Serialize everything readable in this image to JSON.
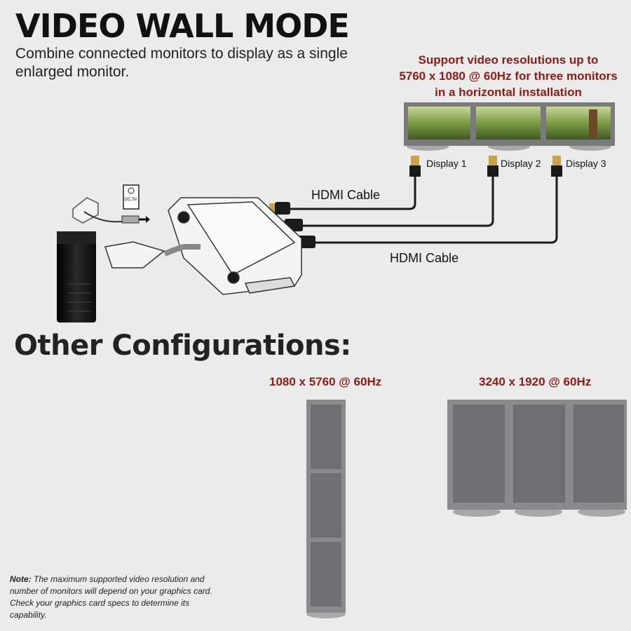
{
  "header": {
    "title": "VIDEO WALL MODE",
    "subtitle": "Combine connected monitors to display as a single enlarged monitor."
  },
  "support": {
    "line1": "Support video resolutions up to",
    "line2": "5760 x 1080 @ 60Hz for three monitors",
    "line3": "in a horizontal installation"
  },
  "diagram": {
    "cable_label_top": "HDMI Cable",
    "cable_label_bottom": "HDMI Cable",
    "displays": [
      "Display 1",
      "Display 2",
      "Display 3"
    ],
    "power_jack": "DC 5V"
  },
  "other": {
    "title": "Other Configurations:",
    "vertical_res": "1080 x 5760 @ 60Hz",
    "grid_res": "3240 x 1920 @ 60Hz"
  },
  "note": {
    "label": "Note:",
    "text": "The maximum supported video resolution and number of monitors will depend on your graphics card. Check your graphics card specs to determine its capability."
  },
  "colors": {
    "accent": "#8b1c16",
    "monitor": "#6f6f71",
    "monitor_frame": "#8a8a8c",
    "cable": "#1a1a1a",
    "connector_gold": "#c8a24a"
  }
}
